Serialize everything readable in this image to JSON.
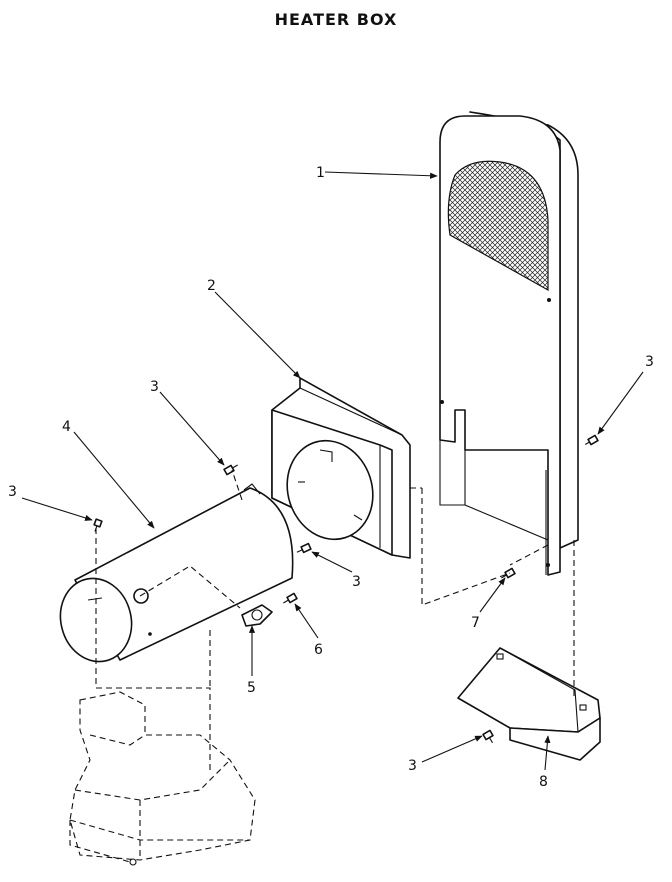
{
  "title": "HEATER BOX",
  "callouts": {
    "c1": "1",
    "c2": "2",
    "c3a": "3",
    "c3b": "3",
    "c3c": "3",
    "c3d": "3",
    "c3e": "3",
    "c4": "4",
    "c5": "5",
    "c6": "6",
    "c7": "7",
    "c8": "8"
  }
}
